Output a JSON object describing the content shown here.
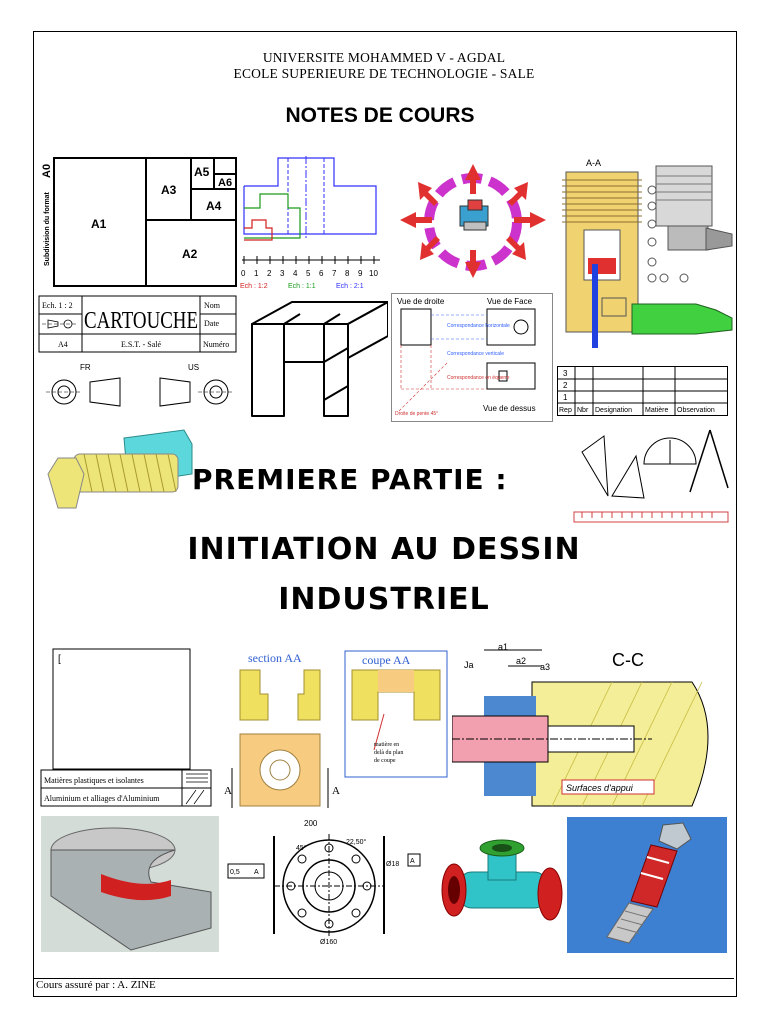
{
  "header": {
    "university": "UNIVERSITE MOHAMMED V - AGDAL",
    "school": "ECOLE SUPERIEURE DE TECHNOLOGIE - SALE",
    "notes_title": "NOTES DE COURS"
  },
  "part_title": "PREMIERE PARTIE :",
  "main_title_line1": "INITIATION AU DESSIN",
  "main_title_line2": "INDUSTRIEL",
  "formats": {
    "side_label": "Subdivision du format",
    "a0": "A0",
    "a1": "A1",
    "a2": "A2",
    "a3": "A3",
    "a4": "A4",
    "a5": "A5",
    "a6": "A6"
  },
  "scale_drawing": {
    "ticks": [
      "0",
      "1",
      "2",
      "3",
      "4",
      "5",
      "6",
      "7",
      "8",
      "9",
      "10"
    ],
    "ech_half": "Ech : 1:2",
    "ech_one": "Ech : 1:1",
    "ech_two": "Ech : 2:1"
  },
  "cartouche": {
    "ech": "Ech. 1 : 2",
    "title": "CARTOUCHE",
    "nom": "Nom",
    "date": "Date",
    "format": "A4",
    "school": "E.S.T. - Salé",
    "numero": "Numéro"
  },
  "projection_symbols": {
    "fr": "FR",
    "us": "US"
  },
  "views": {
    "droite": "Vue de droite",
    "face": "Vue de Face",
    "dessus": "Vue de dessus",
    "corr_h": "Correspondance horizontale",
    "corr_v": "Correspondance verticale",
    "corr_eq": "Correspondance en équerre",
    "droite45": "Droite de pente 45°"
  },
  "section_label_aa": "A-A",
  "nomenclature": {
    "rows": [
      "3",
      "2",
      "1"
    ],
    "headers": [
      "Rep",
      "Nbr",
      "Designation",
      "Matière",
      "Observation"
    ]
  },
  "hatch_legend": {
    "plastics": "Matières plastiques et isolantes",
    "aluminium": "Aluminium et alliages d'Aluminium"
  },
  "sections": {
    "section_aa": "section AA",
    "coupe_aa": "coupe AA",
    "note": "matière en delà du plan de coupe",
    "arrow_a": "A"
  },
  "cc": {
    "title": "C-C",
    "a1": "a1",
    "a2": "a2",
    "a3": "a3",
    "ja": "Ja",
    "surfaces": "Surfaces d'appui"
  },
  "flange_dims": {
    "d1": "200",
    "d2": "22,50°",
    "tol": "0,5",
    "ref": "A",
    "d3": "45°",
    "d4": "Ø18",
    "d5": "Ø160"
  },
  "footer": "Cours assuré par : A. ZINE",
  "colors": {
    "purple": "#cc33cc",
    "red": "#d42020",
    "cyan": "#33c4c8",
    "yellow": "#f0e060",
    "blue_bg": "#3d7fd0",
    "pink": "#f2a0b0"
  }
}
